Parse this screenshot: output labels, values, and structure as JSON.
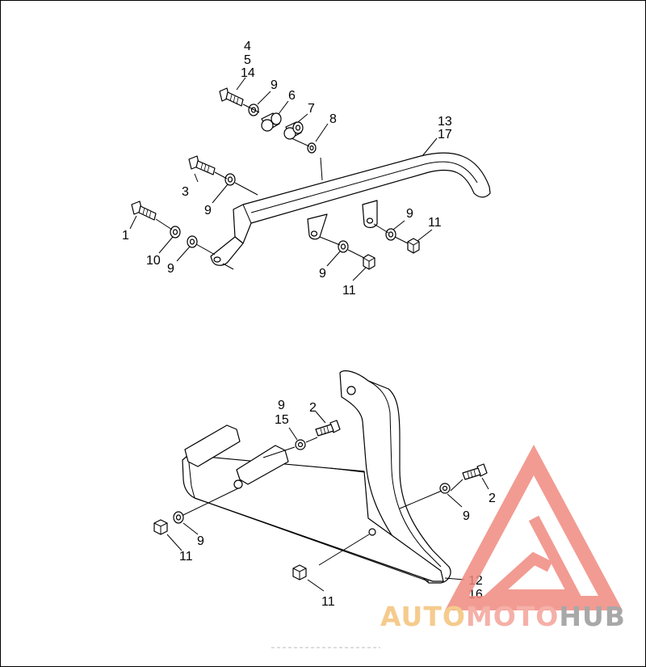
{
  "callouts": {
    "c4": "4",
    "c5": "5",
    "c14": "14",
    "c9a": "9",
    "c6": "6",
    "c7": "7",
    "c8": "8",
    "c13": "13",
    "c17": "17",
    "c3": "3",
    "c9b": "9",
    "c1": "1",
    "c10": "10",
    "c9c": "9",
    "c9d": "9",
    "c11a": "11",
    "c9e": "9",
    "c11b": "11",
    "c9f": "9",
    "c15": "15",
    "c2a": "2",
    "c2b": "2",
    "c9g": "9",
    "c11c": "11",
    "c9h": "9",
    "c12": "12",
    "c16": "16",
    "c11d": "11"
  },
  "watermark": {
    "part1": "AUTO",
    "part2": "MOTO",
    "part3": "HUB",
    "colors": {
      "auto": "#f4c27a",
      "moto": "#f4a39a",
      "hub": "#9a9a9a",
      "triangle": "#f08a80"
    }
  }
}
